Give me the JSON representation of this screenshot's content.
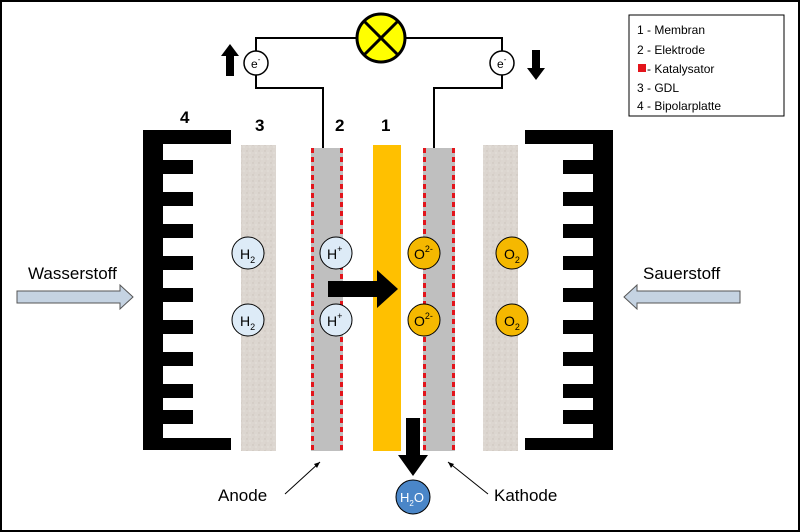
{
  "diagram": {
    "feed_left": "Wasserstoff",
    "feed_right": "Sauerstoff",
    "electrode_left": "Anode",
    "electrode_right": "Kathode",
    "electron": "e",
    "electron_charge": "-",
    "layer_numbers": {
      "bipolar": "4",
      "gdl": "3",
      "electrode": "2",
      "membrane": "1"
    },
    "ions": {
      "h2": {
        "base": "H",
        "sub": "2"
      },
      "h_plus": {
        "base": "H",
        "sup": "+"
      },
      "o_2minus": {
        "base": "O",
        "sup": "2-"
      },
      "o2": {
        "base": "O",
        "sub": "2"
      },
      "water": {
        "base": "H",
        "sub": "2",
        "tail": "O"
      }
    }
  },
  "legend": [
    {
      "text": "1 - Membran",
      "marker": ""
    },
    {
      "text": "2 - Elektrode",
      "marker": ""
    },
    {
      "text": " - Katalysator",
      "marker": "red-square"
    },
    {
      "text": "3 - GDL",
      "marker": ""
    },
    {
      "text": "4 - Bipolarplatte",
      "marker": ""
    }
  ],
  "colors": {
    "membrane": "#FFC000",
    "electrode": "#BFBFBF",
    "catalyst": "#E3141B",
    "gdl": "#DCD6D0",
    "bipolar": "#000000",
    "h_ion": "#DDEBF7",
    "o_ion": "#F5B800",
    "water": "#4A86C8",
    "lamp": "#FFFF00",
    "feed_arrow": "#C5D3E2"
  }
}
